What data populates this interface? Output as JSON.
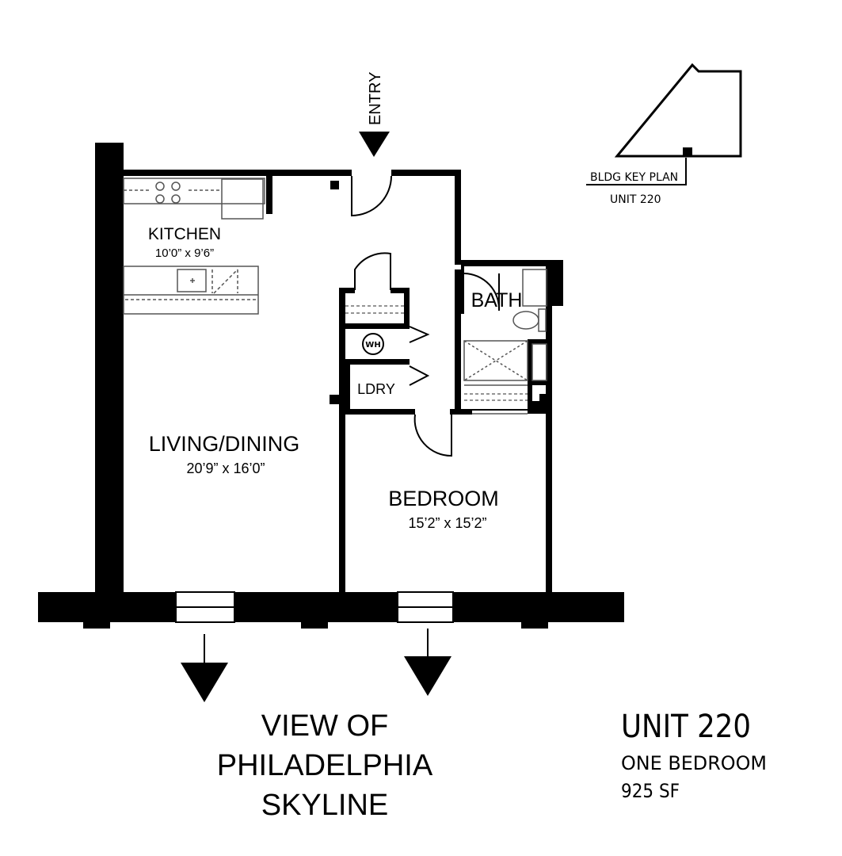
{
  "entry_label": "ENTRY",
  "key_plan": {
    "title": "BLDG KEY PLAN",
    "unit": "UNIT 220"
  },
  "rooms": {
    "kitchen": {
      "name": "KITCHEN",
      "dims": "10’0” x 9’6”"
    },
    "living": {
      "name": "LIVING/DINING",
      "dims": "20’9” x 16’0”"
    },
    "bedroom": {
      "name": "BEDROOM",
      "dims": "15’2” x 15’2”"
    },
    "bath": {
      "name": "BATH"
    },
    "laundry": {
      "name": "LDRY"
    },
    "water_heater": {
      "name": "WH"
    }
  },
  "view_caption": [
    "VIEW OF",
    "PHILADELPHIA",
    "SKYLINE"
  ],
  "unit_info": {
    "unit": "UNIT 220",
    "type": "ONE BEDROOM",
    "area": "925 SF"
  },
  "colors": {
    "wall": "#000000",
    "background": "#ffffff",
    "fixture_line": "#555555"
  }
}
